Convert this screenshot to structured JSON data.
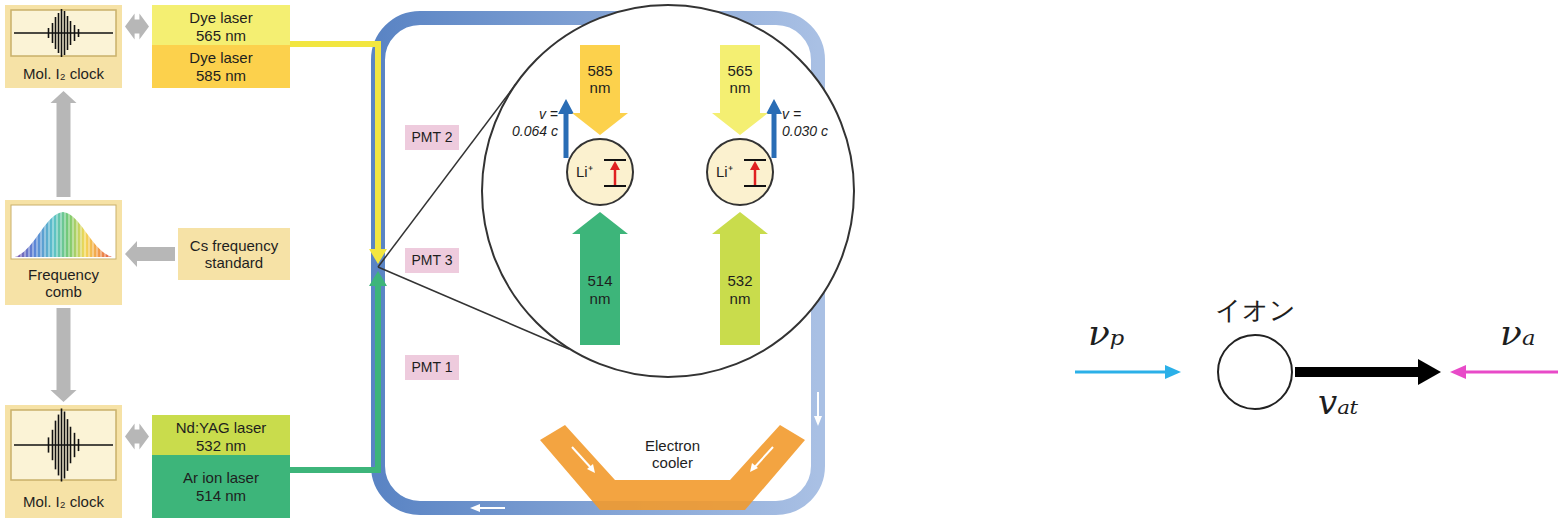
{
  "diagram": {
    "nodes": [
      {
        "text": [
          "Mol. I₂ clock"
        ]
      },
      {
        "text": [
          "Dye laser 565 nm"
        ]
      },
      {
        "text": [
          "Dye laser 585 nm"
        ]
      },
      {
        "text": [
          "Frequency comb"
        ]
      },
      {
        "text": [
          "Cs frequency standard"
        ]
      },
      {
        "text": [
          "Mol. I₂ clock"
        ]
      },
      {
        "text": [
          "Nd:YAG laser 532 nm"
        ]
      },
      {
        "text": [
          "Ar ion laser 514 nm"
        ]
      },
      {
        "text": [
          "PMT 2"
        ]
      },
      {
        "text": [
          "PMT 3"
        ]
      },
      {
        "text": [
          "PMT 1"
        ]
      },
      {
        "text": [
          "Electron cooler"
        ]
      },
      {
        "text": [
          "Li⁺"
        ]
      },
      {
        "text": [
          "Li⁺"
        ]
      },
      {
        "text": [
          "イオン"
        ]
      },
      {
        "text": [
          "585 nm"
        ]
      },
      {
        "text": [
          "565 nm"
        ]
      },
      {
        "text": [
          "514 nm"
        ]
      },
      {
        "text": [
          "532 nm"
        ]
      }
    ],
    "edges": [
      {
        "from": 0,
        "to": 1,
        "arrow": "both"
      },
      {
        "from": 3,
        "to": 0,
        "arrow": "to"
      },
      {
        "from": 4,
        "to": 3,
        "arrow": "to"
      },
      {
        "from": 3,
        "to": 5,
        "arrow": "to"
      },
      {
        "from": 5,
        "to": 6,
        "arrow": "both"
      }
    ],
    "labels": [
      "v = 0.064 c",
      "v = 0.030 c",
      "νₚ",
      "νₐ",
      "vₐₜ"
    ]
  }
}
